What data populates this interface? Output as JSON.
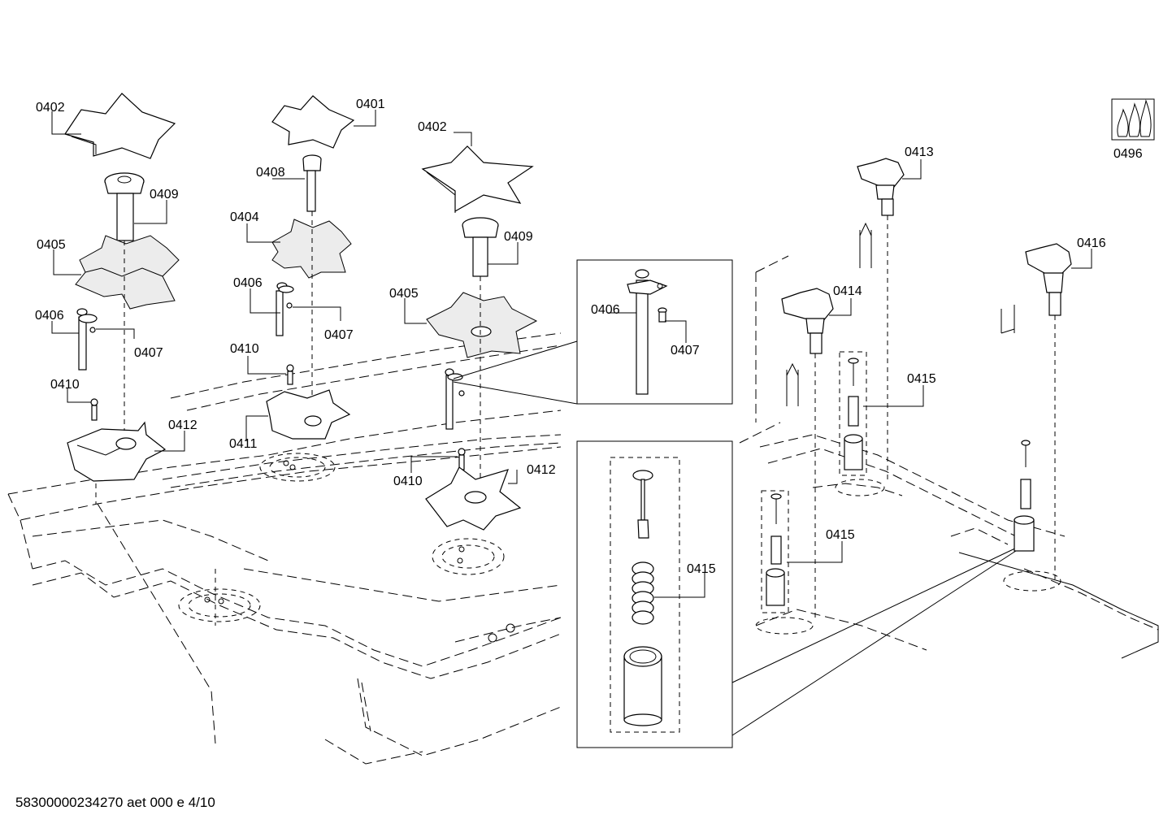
{
  "labels": {
    "b1_0402": "0402",
    "b1_0409": "0409",
    "b1_0405": "0405",
    "b1_0406": "0406",
    "b1_0407": "0407",
    "b1_0410": "0410",
    "b1_0412": "0412",
    "b2_0401": "0401",
    "b2_0408": "0408",
    "b2_0404": "0404",
    "b2_0406": "0406",
    "b2_0407": "0407",
    "b2_0410": "0410",
    "b2_0411": "0411",
    "b3_0402": "0402",
    "b3_0409": "0409",
    "b3_0405": "0405",
    "b3_0410": "0410",
    "b3_0412": "0412",
    "detail_0406": "0406",
    "detail_0407": "0407",
    "detail_0415": "0415",
    "r_0413": "0413",
    "r_0414": "0414",
    "r_0416": "0416",
    "r_0415a": "0415",
    "r_0415b": "0415",
    "icon_0496": "0496"
  },
  "footer": "58300000234270 aet 000 e 4/10",
  "icons": {
    "gas_icon": "gas-flame-icon"
  }
}
